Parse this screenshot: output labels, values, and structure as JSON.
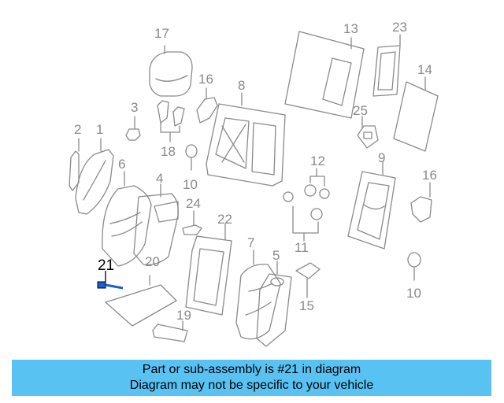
{
  "callouts": [
    {
      "id": "17",
      "text": "17"
    },
    {
      "id": "16a",
      "text": "16"
    },
    {
      "id": "3",
      "text": "3"
    },
    {
      "id": "8",
      "text": "8"
    },
    {
      "id": "13",
      "text": "13"
    },
    {
      "id": "23",
      "text": "23"
    },
    {
      "id": "14",
      "text": "14"
    },
    {
      "id": "2",
      "text": "2"
    },
    {
      "id": "1",
      "text": "1"
    },
    {
      "id": "18",
      "text": "18"
    },
    {
      "id": "25",
      "text": "25"
    },
    {
      "id": "6",
      "text": "6"
    },
    {
      "id": "4",
      "text": "4"
    },
    {
      "id": "10a",
      "text": "10"
    },
    {
      "id": "12",
      "text": "12"
    },
    {
      "id": "9",
      "text": "9"
    },
    {
      "id": "16b",
      "text": "16"
    },
    {
      "id": "24",
      "text": "24"
    },
    {
      "id": "22",
      "text": "22"
    },
    {
      "id": "11",
      "text": "11"
    },
    {
      "id": "21",
      "text": "21"
    },
    {
      "id": "20",
      "text": "20"
    },
    {
      "id": "7",
      "text": "7"
    },
    {
      "id": "5",
      "text": "5"
    },
    {
      "id": "15",
      "text": "15"
    },
    {
      "id": "10b",
      "text": "10"
    },
    {
      "id": "19",
      "text": "19"
    }
  ],
  "highlight_part": "21",
  "colors": {
    "line": "#8a8a8a",
    "highlight_part": "#1a5fd1",
    "banner_bg": "#58c2f3"
  },
  "banner": {
    "line1": "Part or sub-assembly is #21 in diagram",
    "line2": "Diagram may not be specific to your vehicle"
  }
}
